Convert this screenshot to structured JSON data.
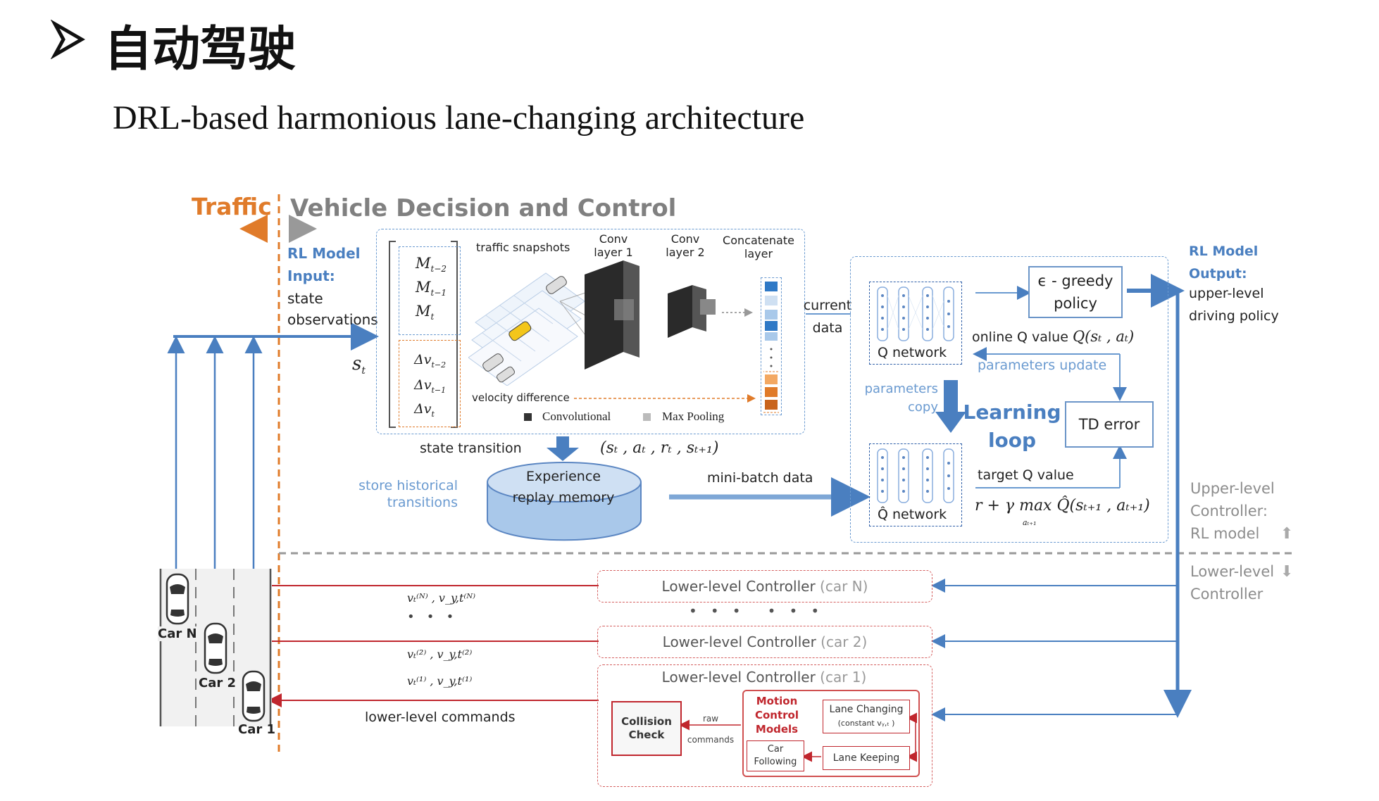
{
  "page": {
    "heading": "自动驾驶",
    "subtitle": "DRL-based harmonious lane-changing architecture"
  },
  "diagram": {
    "traffic_label": "Traffic",
    "vdc_label": "Vehicle Decision and Control",
    "rl_input": {
      "l1": "RL Model",
      "l2": "Input:",
      "l3": "state",
      "l4": "observations"
    },
    "st": "s",
    "st_sub": "t",
    "matrix": {
      "m2": "M",
      "m2s": "t−2",
      "m1": "M",
      "m1s": "t−1",
      "m0": "M",
      "m0s": "t",
      "v2": "Δv",
      "v2s": "t−2",
      "v1": "Δv",
      "v1s": "t−1",
      "v0": "Δv",
      "v0s": "t"
    },
    "traffic_snapshots": "traffic snapshots",
    "conv1": {
      "l1": "Conv",
      "l2": "layer 1"
    },
    "conv2": {
      "l1": "Conv",
      "l2": "layer 2"
    },
    "concat": {
      "l1": "Concatenate",
      "l2": "layer"
    },
    "velocity_difference": "velocity difference",
    "legend_conv": "Convolutional",
    "legend_pool": "Max Pooling",
    "current_data": {
      "l1": "current",
      "l2": "data"
    },
    "q_network": "Q network",
    "q_hat_network": "Q̂ network",
    "egreedy": {
      "l1": "ϵ - greedy",
      "l2": "policy"
    },
    "online_q": "online Q value",
    "online_q_formula": "Q(sₜ , aₜ)",
    "params_update": "parameters update",
    "params_copy": {
      "l1": "parameters",
      "l2": "copy"
    },
    "learning_loop": {
      "l1": "Learning",
      "l2": "loop"
    },
    "td_error": "TD error",
    "target_q": "target Q value",
    "target_formula": "r + γ max Q̂(sₜ₊₁ , aₜ₊₁)",
    "target_formula_sub": "aₜ₊₁",
    "state_transition": "state transition",
    "tuple": "(sₜ , aₜ , rₜ , sₜ₊₁)",
    "store_hist": {
      "l1": "store historical",
      "l2": "transitions"
    },
    "experience": {
      "l1": "Experience",
      "l2": "replay memory"
    },
    "minibatch": "mini-batch data",
    "rl_output": {
      "l1": "RL Model",
      "l2": "Output:",
      "l3": "upper-level",
      "l4": "driving policy"
    },
    "upper_level": {
      "l1": "Upper-level",
      "l2": "Controller:",
      "l3": "RL model"
    },
    "lower_level": {
      "l1": "Lower-level",
      "l2": "Controller"
    },
    "llc_n": {
      "main": "Lower-level Controller",
      "car": "(car N)"
    },
    "llc_2": {
      "main": "Lower-level Controller",
      "car": "(car 2)"
    },
    "llc_1": {
      "main": "Lower-level Controller",
      "car": "(car 1)"
    },
    "dots": "•   •   •",
    "dots_wide": "•   •   •      •   •   •",
    "vel_n": "vₜ⁽ᴺ⁾ , v_y,t⁽ᴺ⁾",
    "vel_2": "vₜ⁽²⁾ , v_y,t⁽²⁾",
    "vel_1": "vₜ⁽¹⁾ , v_y,t⁽¹⁾",
    "lower_commands": "lower-level commands",
    "collision": {
      "l1": "Collision",
      "l2": "Check"
    },
    "raw_commands": {
      "l1": "raw",
      "l2": "commands"
    },
    "motion": {
      "l1": "Motion",
      "l2": "Control",
      "l3": "Models"
    },
    "lane_changing": {
      "l1": "Lane Changing",
      "l2": "(constant vᵧ,ₜ )"
    },
    "car_following": {
      "l1": "Car",
      "l2": "Following"
    },
    "lane_keeping": "Lane Keeping",
    "car_n": "Car N",
    "car_2": "Car 2",
    "car_1": "Car 1"
  },
  "colors": {
    "blue": "#4a7fc0",
    "orange": "#e07b2a",
    "red": "#c0262d",
    "gray": "#8c8c8c"
  }
}
